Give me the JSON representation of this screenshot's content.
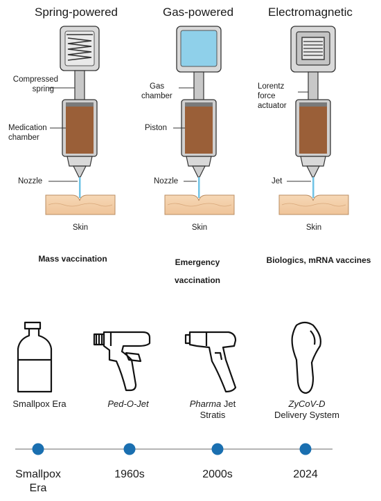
{
  "columns": [
    {
      "title": "Spring-powered",
      "labels": {
        "part1_line1": "Compressed",
        "part1_line2": "spring",
        "part2_line1": "Medication",
        "part2_line2": "chamber",
        "tip": "Nozzle",
        "skin": "Skin"
      },
      "use": "Mass vaccination"
    },
    {
      "title": "Gas-powered",
      "labels": {
        "part1_line1": "Gas",
        "part1_line2": "chamber",
        "part2_line1": "Piston",
        "tip": "Nozzle",
        "skin": "Skin"
      },
      "use_line1": "Emergency",
      "use_line2": "vaccination"
    },
    {
      "title": "Electromagnetic",
      "labels": {
        "part1_line1": "Lorentz",
        "part1_line2": "force",
        "part1_line3": "actuator",
        "tip": "Jet",
        "skin": "Skin"
      },
      "use": "Biologics, mRNA vaccines"
    }
  ],
  "devices": [
    {
      "name": "Smallpox Era",
      "icon": "bottle-injector-icon"
    },
    {
      "name": "Ped-O-Jet",
      "icon": "ped-o-jet-gun-icon"
    },
    {
      "name_line1": "Pharma Jet",
      "name_italic": "Pharma",
      "name_rest": " Jet",
      "name_line2": "Stratis",
      "icon": "pharmajet-stratis-icon"
    },
    {
      "name_line1": "ZyCoV-D",
      "name_line2": "Delivery System",
      "icon": "zycov-d-applicator-icon"
    }
  ],
  "timeline": [
    {
      "line1": "Smallpox",
      "line2": "Era"
    },
    {
      "line1": "1960s"
    },
    {
      "line1": "2000s"
    },
    {
      "line1": "2024"
    }
  ],
  "colors": {
    "outline": "#333333",
    "body_gray": "#d9d9d9",
    "medication": "#9a5f38",
    "gas": "#8fd0ea",
    "jet": "#6fc3e5",
    "skin": "#f3cfa8",
    "timeline_dot": "#1a6fb0",
    "timeline_line": "#9c9c9c"
  }
}
